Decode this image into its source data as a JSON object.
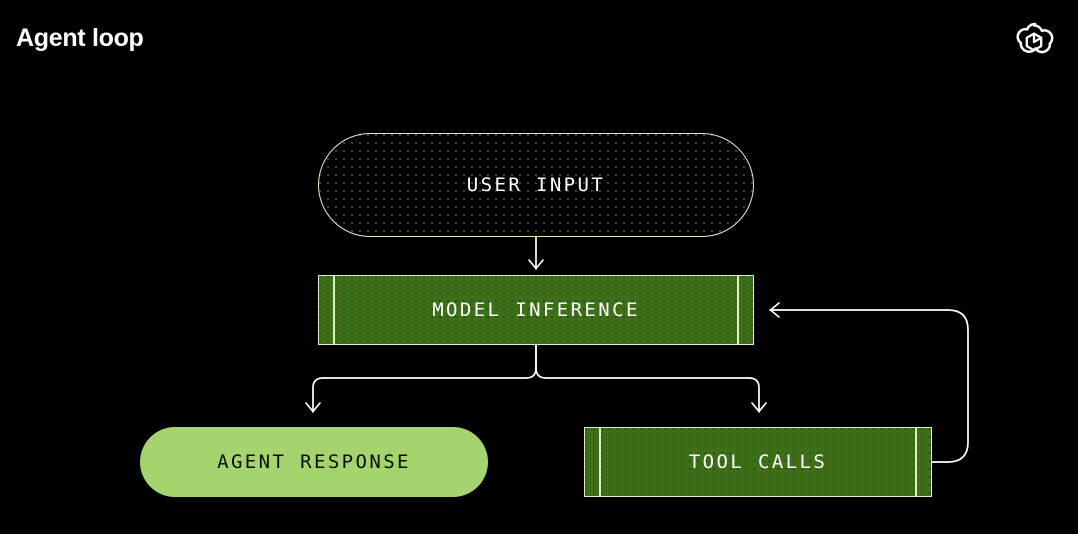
{
  "header": {
    "title": "Agent loop",
    "logo_icon": "openai-logo-icon"
  },
  "colors": {
    "background": "#000000",
    "title_text": "#ffffff",
    "outline": "#dfeec2",
    "process_fill": "#3d6f18",
    "process_dot": "#2d5410",
    "solid_fill": "#a5d46f",
    "solid_text": "#06100a",
    "connector": "#ffffff",
    "outline_node_dot": "#2f4d12"
  },
  "diagram": {
    "type": "flowchart",
    "nodes": [
      {
        "id": "user-input",
        "label": "USER INPUT",
        "shape": "pill",
        "style": "outline"
      },
      {
        "id": "model-inference",
        "label": "MODEL INFERENCE",
        "shape": "process-rect",
        "style": "process"
      },
      {
        "id": "agent-response",
        "label": "AGENT RESPONSE",
        "shape": "pill",
        "style": "solid"
      },
      {
        "id": "tool-calls",
        "label": "TOOL CALLS",
        "shape": "process-rect",
        "style": "process"
      }
    ],
    "edges": [
      {
        "id": "edge-input-to-inference",
        "from": "user-input",
        "to": "model-inference",
        "arrow": "down"
      },
      {
        "id": "edge-inference-to-response",
        "from": "model-inference",
        "to": "agent-response",
        "arrow": "down"
      },
      {
        "id": "edge-inference-to-tools",
        "from": "model-inference",
        "to": "tool-calls",
        "arrow": "down"
      },
      {
        "id": "edge-tools-to-inference",
        "from": "tool-calls",
        "to": "model-inference",
        "arrow": "left"
      }
    ]
  }
}
